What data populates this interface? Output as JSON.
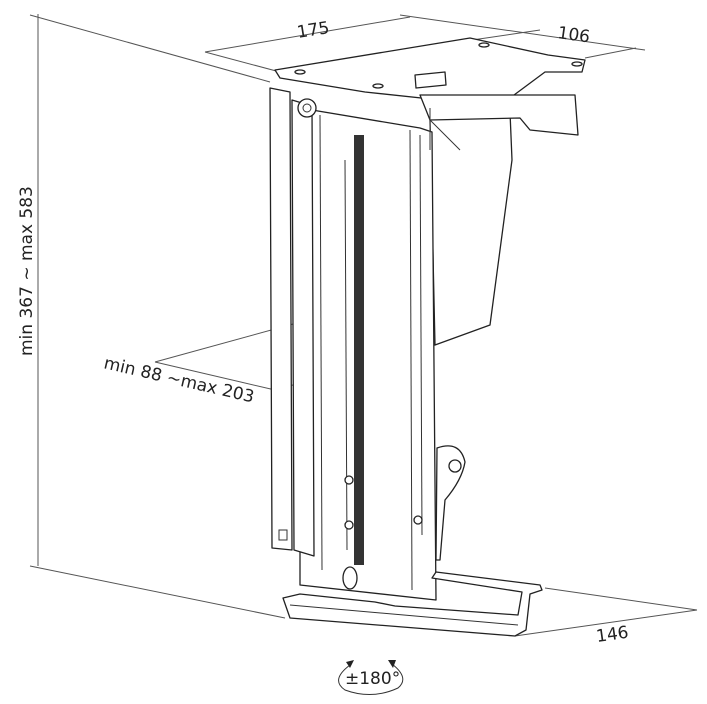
{
  "dimensions": {
    "width_label": "175",
    "depth_top_label": "106",
    "height_label": "min 367 ~ max 583",
    "device_width_label": "min 88 ~max 203",
    "base_depth_label": "146",
    "rotation_label": "±180°"
  },
  "colors": {
    "line": "#222222",
    "dimension": "#555555"
  }
}
